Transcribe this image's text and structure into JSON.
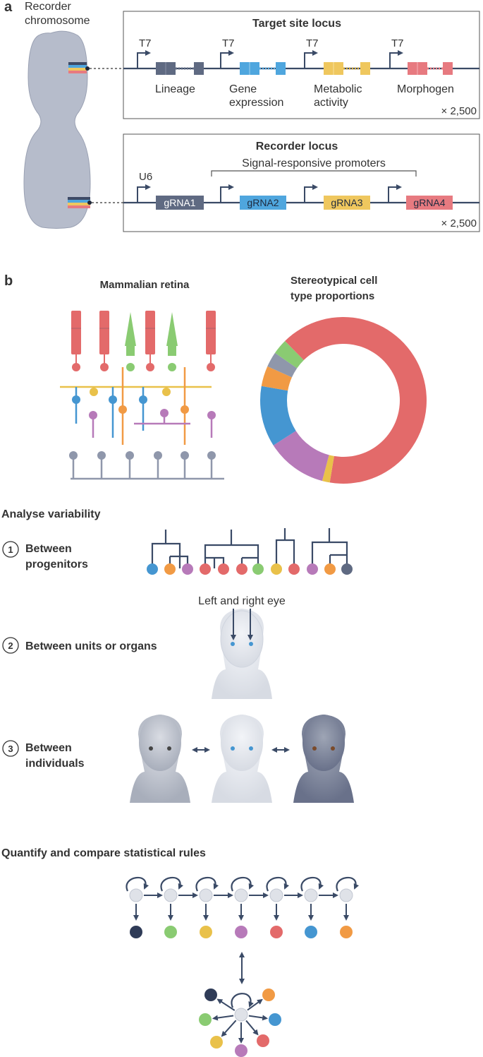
{
  "panel_a": {
    "letter": "a",
    "chromosome_label_1": "Recorder",
    "chromosome_label_2": "chromosome",
    "target": {
      "title": "Target site locus",
      "promoter": "T7",
      "labels": [
        "Lineage",
        "Gene",
        "expression",
        "Metabolic",
        "activity",
        "Morphogen"
      ],
      "count": "× 2,500",
      "colors": [
        "#5f6a82",
        "#4fa6de",
        "#efc75e",
        "#e77a80"
      ]
    },
    "recorder": {
      "title": "Recorder locus",
      "promoter_u6": "U6",
      "bracket_label": "Signal-responsive promoters",
      "grnas": [
        "gRNA1",
        "gRNA2",
        "gRNA3",
        "gRNA4"
      ],
      "count": "× 2,500",
      "colors": [
        "#5f6a82",
        "#4fa6de",
        "#efc75e",
        "#e77a80"
      ]
    }
  },
  "panel_b": {
    "letter": "b",
    "retina_title": "Mammalian retina",
    "donut_title_1": "Stereotypical cell",
    "donut_title_2": "type proportions",
    "analyse_title": "Analyse variability",
    "items": [
      {
        "num": "1",
        "label_1": "Between",
        "label_2": "progenitors"
      },
      {
        "num": "2",
        "label_1": "Between units or organs",
        "label_2": ""
      },
      {
        "num": "3",
        "label_1": "Between",
        "label_2": "individuals"
      }
    ],
    "eye_label": "Left and right eye",
    "quantify_title": "Quantify and compare statistical rules"
  },
  "chart_data": {
    "type": "pie",
    "title": "",
    "slices": [
      {
        "color": "#e36a6a",
        "value": 66
      },
      {
        "color": "#e9c14a",
        "value": 1.5
      },
      {
        "color": "#b77ab9",
        "value": 12
      },
      {
        "color": "#4596d1",
        "value": 12
      },
      {
        "color": "#f19a44",
        "value": 4
      },
      {
        "color": "#8f97ab",
        "value": 3
      },
      {
        "color": "#8acb72",
        "value": 3
      }
    ]
  }
}
